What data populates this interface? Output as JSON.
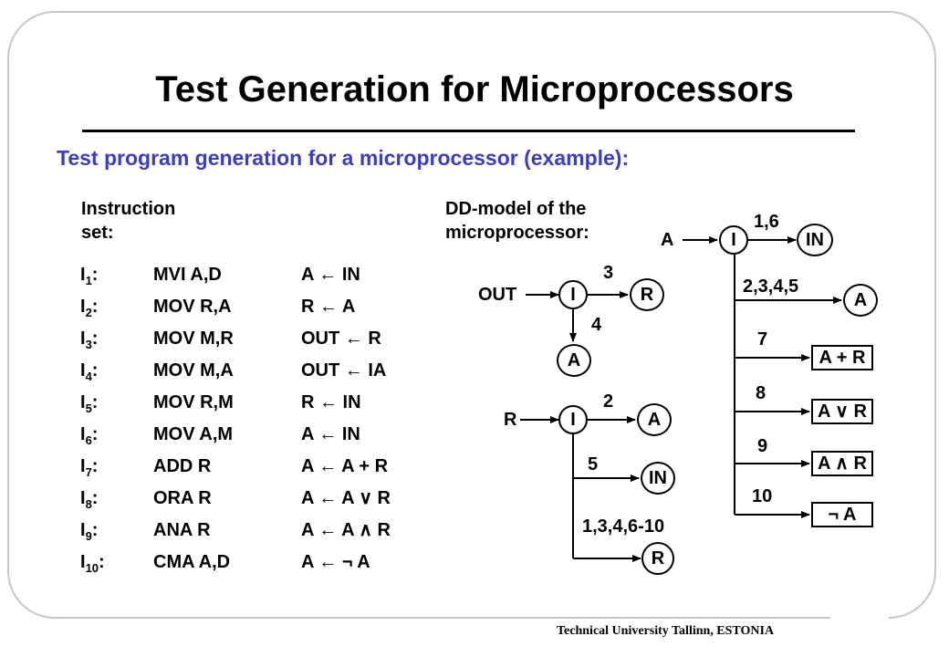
{
  "title": "Test Generation for Microprocessors",
  "subtitle": "Test program generation for a microprocessor (example):",
  "instruction_set_heading": [
    "Instruction",
    "set:"
  ],
  "dd_model_heading": [
    "DD-model of the",
    "microprocessor:"
  ],
  "instructions": [
    {
      "id": "I",
      "sub": "1",
      "mnemonic": "MVI  A,D",
      "operation": "A ← IN"
    },
    {
      "id": "I",
      "sub": "2",
      "mnemonic": "MOV  R,A",
      "operation": "R ← A"
    },
    {
      "id": "I",
      "sub": "3",
      "mnemonic": "MOV  M,R",
      "operation": "OUT ← R"
    },
    {
      "id": "I",
      "sub": "4",
      "mnemonic": "MOV  M,A",
      "operation": "OUT ← IA"
    },
    {
      "id": "I",
      "sub": "5",
      "mnemonic": "MOV  R,M",
      "operation": "R ← IN"
    },
    {
      "id": "I",
      "sub": "6",
      "mnemonic": "MOV  A,M",
      "operation": "A ← IN"
    },
    {
      "id": "I",
      "sub": "7",
      "mnemonic": "ADD  R",
      "operation": "A ← A + R"
    },
    {
      "id": "I",
      "sub": "8",
      "mnemonic": "ORA  R",
      "operation": "A ← A ∨ R"
    },
    {
      "id": "I",
      "sub": "9",
      "mnemonic": "ANA  R",
      "operation": "A ← A ∧ R"
    },
    {
      "id": "I",
      "sub": "10",
      "mnemonic": "CMA  A,D",
      "operation": "A ← ¬ A"
    }
  ],
  "dd_out": {
    "root": "OUT",
    "node": "I",
    "edge_right": "3",
    "terminal_right": "R",
    "edge_down": "4",
    "terminal_down": "A"
  },
  "dd_r": {
    "root": "R",
    "node": "I",
    "edge_right": "2",
    "terminal_right": "A",
    "edge_5": "5",
    "terminal_5": "IN",
    "edge_rest": "1,3,4,6-10",
    "terminal_rest": "R"
  },
  "dd_a": {
    "root": "A",
    "node": "I",
    "edge_top": "1,6",
    "terminal_top": "IN",
    "branches": [
      {
        "edge": "2,3,4,5",
        "terminal": "A"
      },
      {
        "edge": "7",
        "terminal": "A + R"
      },
      {
        "edge": "8",
        "terminal": "A ∨ R"
      },
      {
        "edge": "9",
        "terminal": "A ∧ R"
      },
      {
        "edge": "10",
        "terminal": "¬ A"
      }
    ]
  },
  "footer": "Technical University Tallinn, ESTONIA"
}
